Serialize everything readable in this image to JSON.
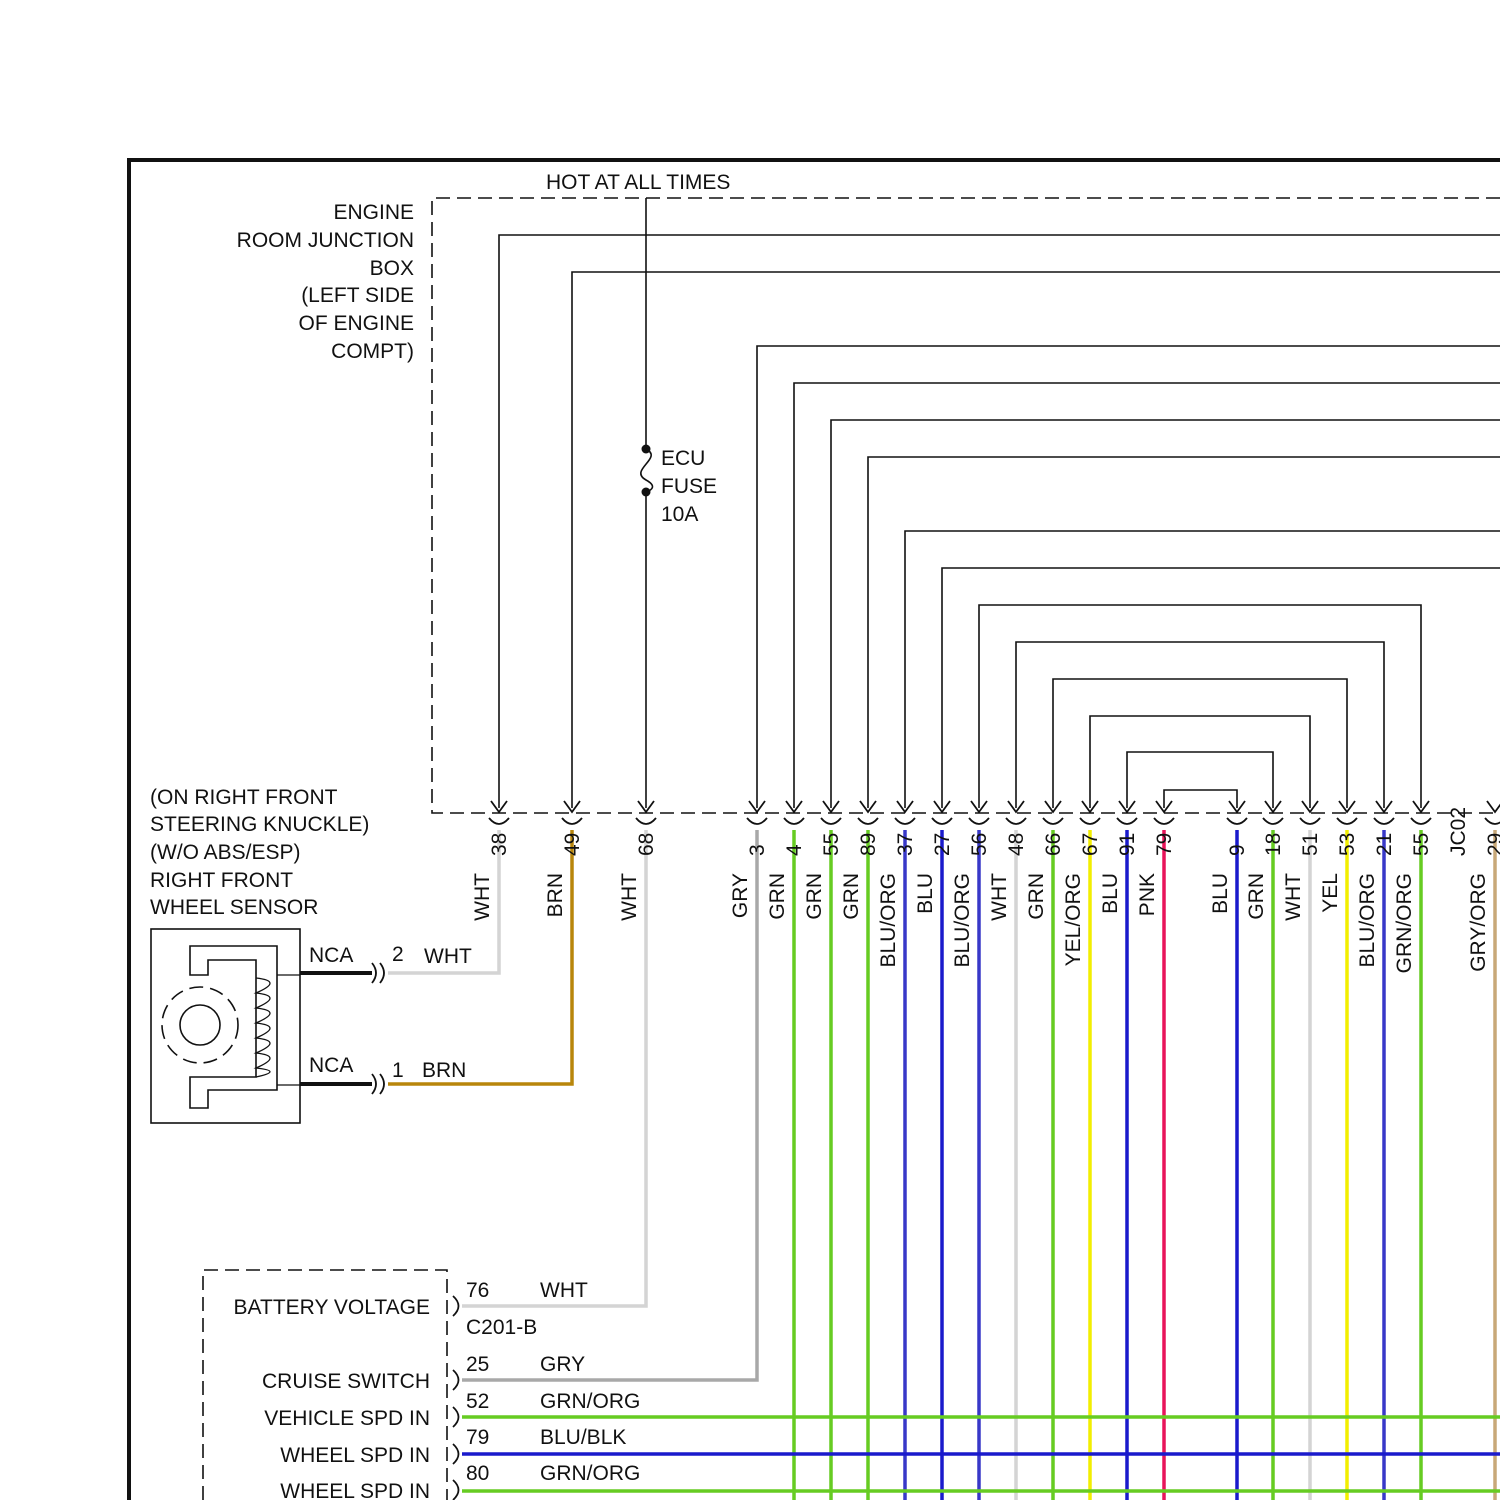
{
  "junction_box": {
    "title_lines": [
      "ENGINE",
      "ROOM JUNCTION",
      "BOX",
      "(LEFT SIDE",
      "OF ENGINE",
      "COMPT)"
    ],
    "hot_label": "HOT AT ALL TIMES",
    "fuse_lines": [
      "ECU",
      "FUSE",
      "10A"
    ]
  },
  "sensor": {
    "title_lines": [
      "(ON RIGHT FRONT",
      "STEERING KNUCKLE)",
      "(W/O ABS/ESP)",
      "RIGHT FRONT",
      "WHEEL SENSOR"
    ],
    "pins": [
      {
        "nca": "NCA",
        "pin": "2",
        "color_label": "WHT"
      },
      {
        "nca": "NCA",
        "pin": "1",
        "color_label": "BRN"
      }
    ]
  },
  "top_wires": [
    {
      "pin": "38",
      "label": "WHT"
    },
    {
      "pin": "49",
      "label": "BRN"
    },
    {
      "pin": "68",
      "label": "WHT"
    },
    {
      "pin": "3",
      "label": "GRY"
    },
    {
      "pin": "4",
      "label": "GRN"
    },
    {
      "pin": "55",
      "label": "GRN"
    },
    {
      "pin": "89",
      "label": "GRN"
    },
    {
      "pin": "37",
      "label": "BLU/ORG"
    },
    {
      "pin": "27",
      "label": "BLU"
    },
    {
      "pin": "56",
      "label": "BLU/ORG"
    },
    {
      "pin": "48",
      "label": "WHT"
    },
    {
      "pin": "66",
      "label": "GRN"
    },
    {
      "pin": "67",
      "label": "YEL/ORG"
    },
    {
      "pin": "91",
      "label": "BLU"
    },
    {
      "pin": "79",
      "label": "PNK"
    },
    {
      "pin": "9",
      "label": "BLU"
    },
    {
      "pin": "18",
      "label": "GRN"
    },
    {
      "pin": "51",
      "label": "WHT"
    },
    {
      "pin": "53",
      "label": "YEL"
    },
    {
      "pin": "21",
      "label": "BLU/ORG"
    },
    {
      "pin": "55",
      "label": "GRN/ORG"
    },
    {
      "pin": "JC02",
      "label": ""
    },
    {
      "pin": "29",
      "label": "GRY/ORG"
    }
  ],
  "module": {
    "connector_label": "C201-B",
    "inputs": [
      {
        "name": "BATTERY VOLTAGE",
        "pin": "76",
        "label": "WHT"
      },
      {
        "name": "CRUISE SWITCH",
        "pin": "25",
        "label": "GRY"
      },
      {
        "name": "VEHICLE SPD IN",
        "pin": "52",
        "label": "GRN/ORG"
      },
      {
        "name": "WHEEL SPD IN",
        "pin": "79",
        "label": "BLU/BLK"
      },
      {
        "name": "WHEEL SPD IN",
        "pin": "80",
        "label": "GRN/ORG"
      }
    ]
  },
  "colors": {
    "WHT": "#d4d4d4",
    "BRN": "#b8860b",
    "GRY": "#a8a8a8",
    "GRN": "#66cc22",
    "BLU": "#1a1acc",
    "BLU_ORG": "#3838c8",
    "YEL": "#f2ee00",
    "YEL_ORG": "#f2ee00",
    "PNK": "#e8145a",
    "GRN_ORG": "#66cc22",
    "GRY_ORG": "#c8a878",
    "BLU_BLK": "#1a1acc"
  }
}
